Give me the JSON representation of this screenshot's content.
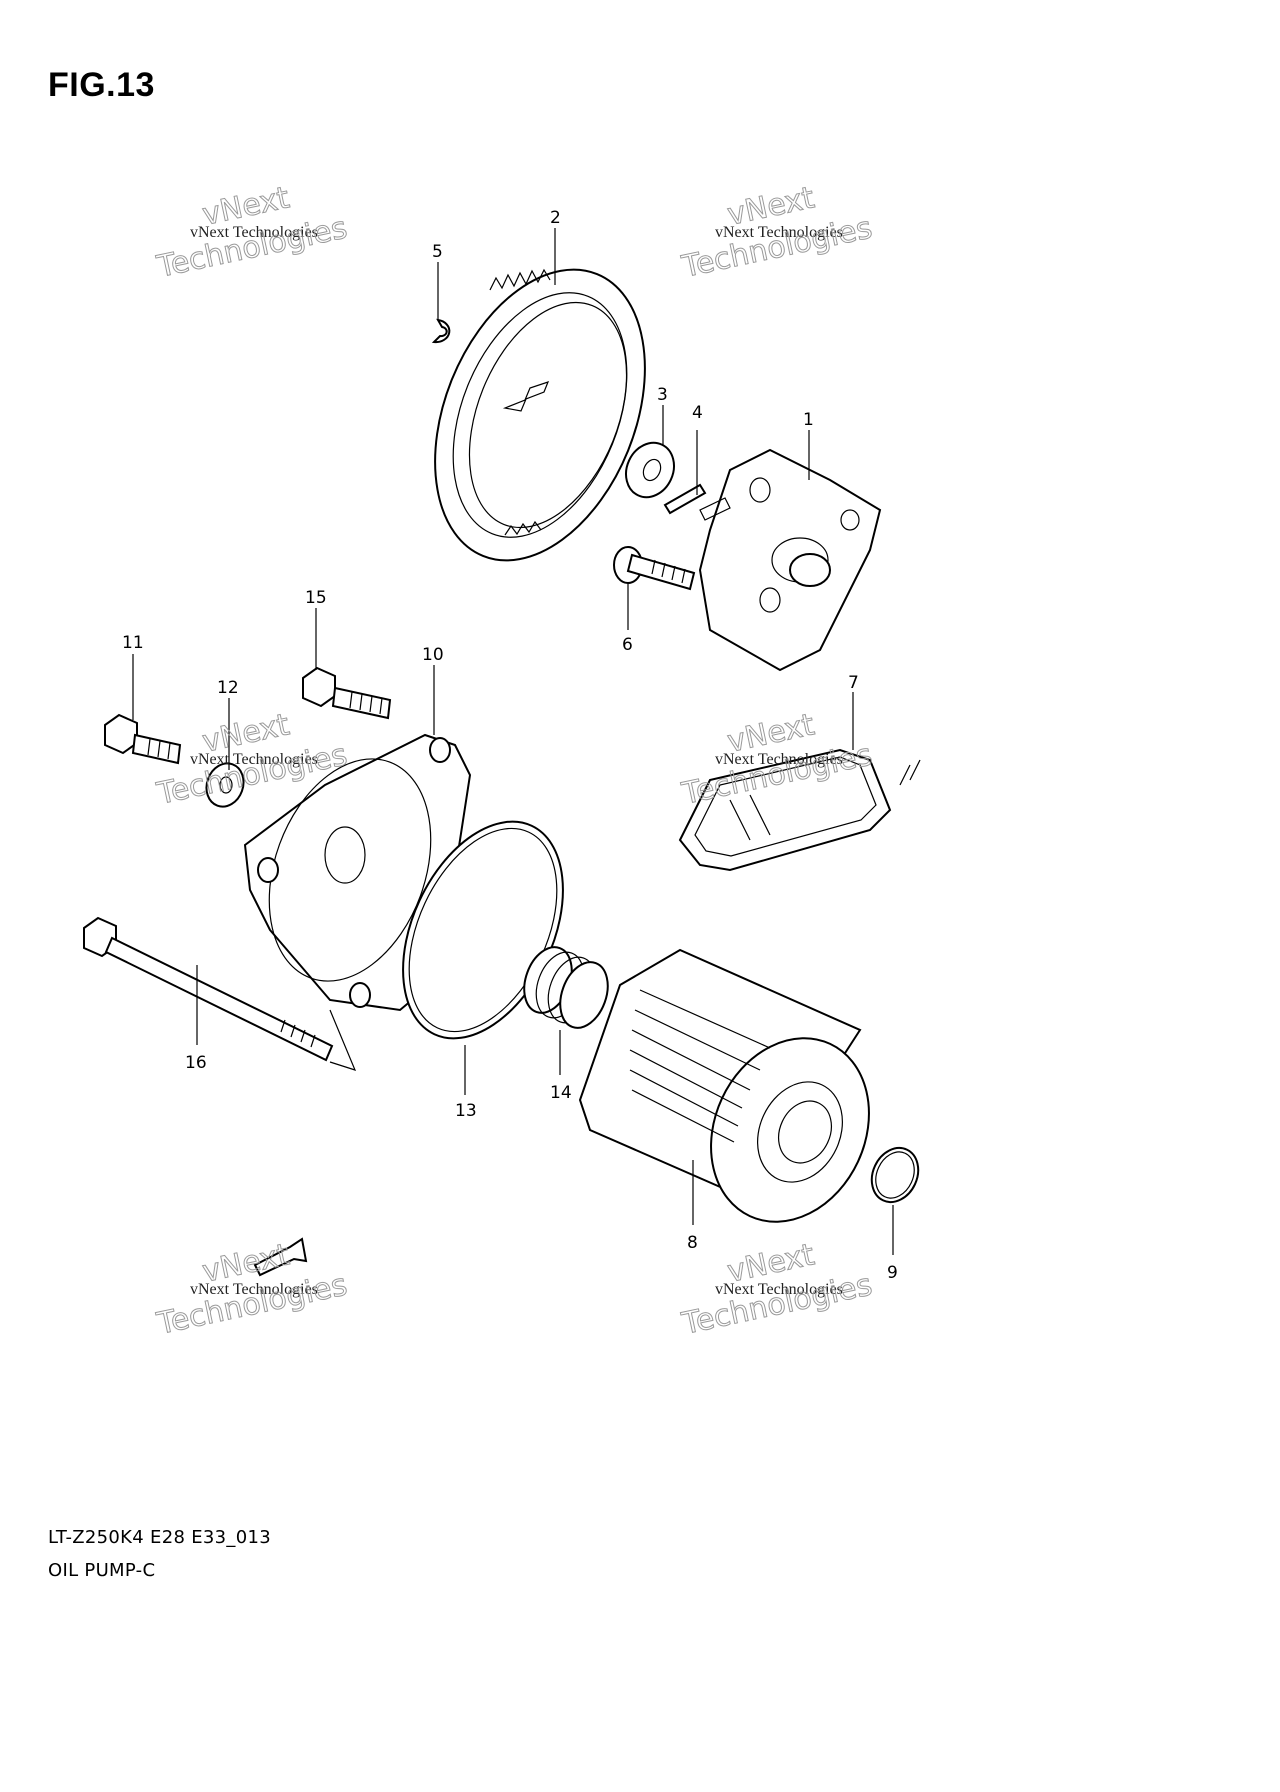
{
  "figure": {
    "title": "FIG.13"
  },
  "parts": [
    {
      "id": "p1",
      "number": "1"
    },
    {
      "id": "p2",
      "number": "2"
    },
    {
      "id": "p3",
      "number": "3"
    },
    {
      "id": "p4",
      "number": "4"
    },
    {
      "id": "p5",
      "number": "5"
    },
    {
      "id": "p6",
      "number": "6"
    },
    {
      "id": "p7",
      "number": "7"
    },
    {
      "id": "p8",
      "number": "8"
    },
    {
      "id": "p9",
      "number": "9"
    },
    {
      "id": "p10",
      "number": "10"
    },
    {
      "id": "p11",
      "number": "11"
    },
    {
      "id": "p12",
      "number": "12"
    },
    {
      "id": "p13",
      "number": "13"
    },
    {
      "id": "p14",
      "number": "14"
    },
    {
      "id": "p15",
      "number": "15"
    },
    {
      "id": "p16",
      "number": "16"
    }
  ],
  "watermark": {
    "line1": "vNext",
    "line2": "vNext Technologies",
    "line3": "Technologies"
  },
  "footer": {
    "model_code": "LT-Z250K4 E28 E33_013",
    "group_name": "OIL PUMP-C"
  }
}
